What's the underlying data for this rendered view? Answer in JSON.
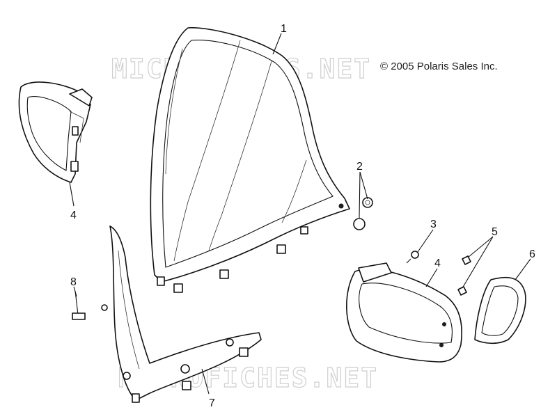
{
  "copyright": "© 2005 Polaris Sales Inc.",
  "watermark": "MICROFICHES.NET",
  "callouts": [
    {
      "id": "1",
      "label": "1"
    },
    {
      "id": "2",
      "label": "2"
    },
    {
      "id": "3",
      "label": "3"
    },
    {
      "id": "4a",
      "label": "4"
    },
    {
      "id": "4b",
      "label": "4"
    },
    {
      "id": "5",
      "label": "5"
    },
    {
      "id": "6",
      "label": "6"
    },
    {
      "id": "7",
      "label": "7"
    },
    {
      "id": "8",
      "label": "8"
    }
  ]
}
